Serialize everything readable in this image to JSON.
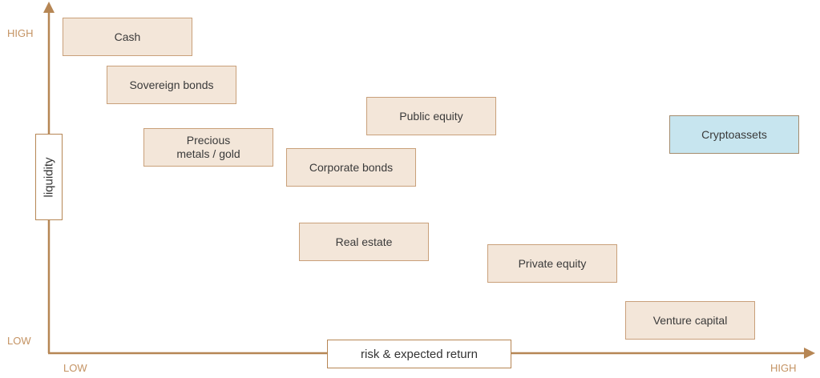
{
  "axes": {
    "x_label": "risk & expected return",
    "y_label": "liquidity",
    "x_low": "LOW",
    "x_high": "HIGH",
    "y_low": "LOW",
    "y_high": "HIGH"
  },
  "assets": [
    {
      "id": "cash",
      "label": "Cash"
    },
    {
      "id": "sovereign-bonds",
      "label": "Sovereign bonds"
    },
    {
      "id": "precious-metals-gold",
      "label": "Precious\nmetals / gold"
    },
    {
      "id": "public-equity",
      "label": "Public equity"
    },
    {
      "id": "corporate-bonds",
      "label": "Corporate bonds"
    },
    {
      "id": "cryptoassets",
      "label": "Cryptoassets"
    },
    {
      "id": "real-estate",
      "label": "Real estate"
    },
    {
      "id": "private-equity",
      "label": "Private equity"
    },
    {
      "id": "venture-capital",
      "label": "Venture capital"
    }
  ],
  "colors": {
    "axis": "#b68654",
    "box_fill": "#f3e6d9",
    "box_border": "#c9a07a",
    "highlight_fill": "#c7e5ef",
    "tick_text": "#c49363"
  }
}
